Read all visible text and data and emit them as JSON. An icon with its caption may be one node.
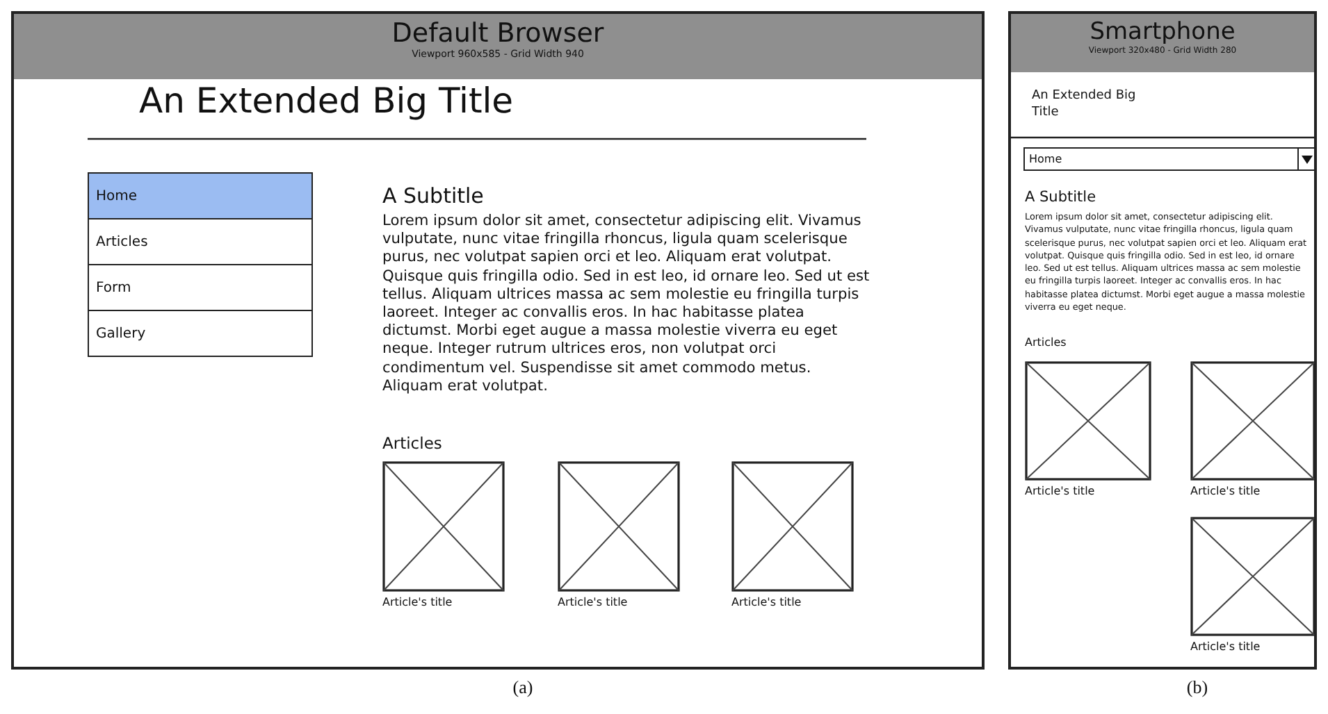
{
  "diagram": {
    "nodes": [
      {
        "text": [
          "Default Browser",
          "Viewport 960x585 - Grid Width 940"
        ]
      },
      {
        "text": [
          "Home"
        ],
        "in": 0
      },
      {
        "text": [
          "Articles"
        ],
        "in": 0
      },
      {
        "text": [
          "Form"
        ],
        "in": 0
      },
      {
        "text": [
          "Gallery"
        ],
        "in": 0
      },
      {
        "text": [],
        "shape": "box",
        "in": 0,
        "beside": [
          "Article's title"
        ]
      },
      {
        "text": [],
        "shape": "box",
        "in": 0,
        "beside": [
          "Article's title"
        ]
      },
      {
        "text": [],
        "shape": "box",
        "in": 0,
        "beside": [
          "Article's title"
        ]
      },
      {
        "text": [
          "Smartphone",
          "Viewport 320x480 - Grid Width 280"
        ]
      },
      {
        "text": [
          "Home"
        ],
        "in": 8
      },
      {
        "text": [],
        "shape": "box",
        "in": 8,
        "beside": [
          "Article's title"
        ]
      },
      {
        "text": [],
        "shape": "box",
        "in": 8,
        "beside": [
          "Article's title"
        ]
      },
      {
        "text": [],
        "shape": "box",
        "in": 8,
        "beside": [
          "Article's title"
        ]
      }
    ],
    "labels": [
      "An Extended Big Title",
      "A Subtitle",
      "Lorem ipsum dolor sit amet, consectetur adipiscing elit. Vivamus vulputate, nunc vitae fringilla rhoncus, ligula quam scelerisque purus, nec volutpat sapien orci et leo. Aliquam erat volutpat. Quisque quis fringilla odio. Sed in est leo, id ornare leo. Sed ut est tellus. Aliquam ultrices massa ac sem molestie eu fringilla turpis laoreet. Integer ac convallis eros. In hac habitasse platea dictumst. Morbi eget augue a massa molestie viverra eu eget neque. Integer rutrum ultrices eros, non volutpat orci condimentum vel. Suspendisse sit amet commodo metus. Aliquam erat volutpat.",
      "Articles",
      "An Extended Big Title",
      "A Subtitle",
      "Lorem ipsum dolor sit amet, consectetur adipiscing elit. Vivamus vulputate, nunc vitae fringilla rhoncus, ligula quam scelerisque purus, nec volutpat sapien orci et leo. Aliquam erat volutpat. Quisque quis fringilla odio. Sed in est leo, id ornare leo. Sed ut est tellus. Aliquam ultrices massa ac sem molestie eu fringilla turpis laoreet. Integer ac convallis eros. In hac habitasse platea dictumst. Morbi eget augue a massa molestie viverra eu eget neque.",
      "Articles",
      "(a)",
      "(b)"
    ]
  }
}
